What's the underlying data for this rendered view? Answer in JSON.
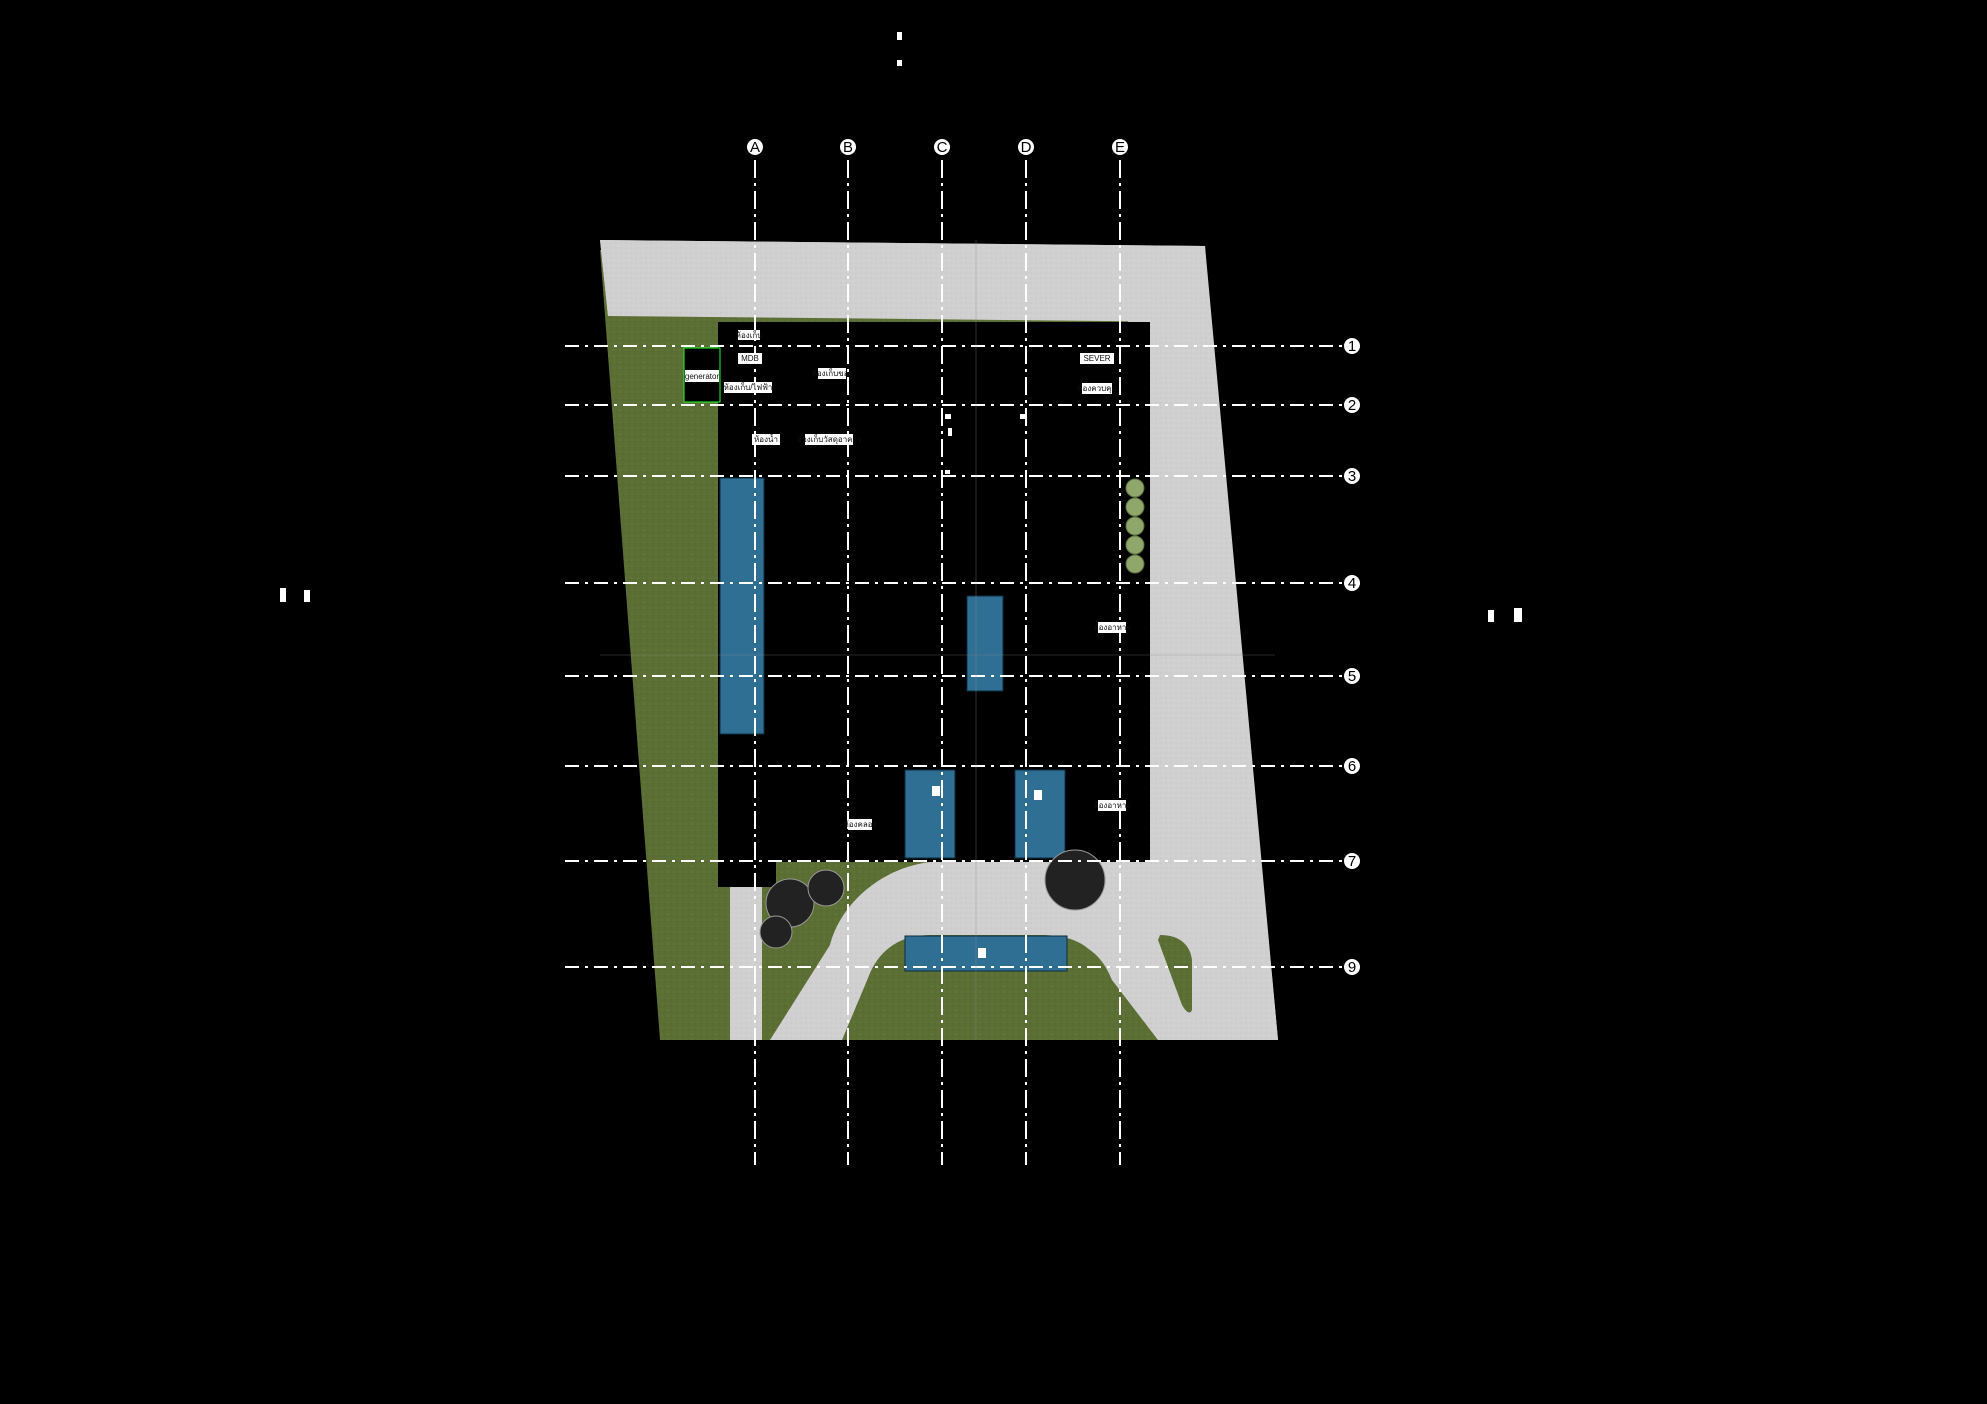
{
  "grid": {
    "columns": [
      "A",
      "B",
      "C",
      "D",
      "E"
    ],
    "rows": [
      "1",
      "2",
      "3",
      "4",
      "5",
      "6",
      "7",
      "9"
    ]
  },
  "rooms": {
    "generator": "generator",
    "mdb": "MDB",
    "sever": "SEVER",
    "room_top": "ห้องเก็บ",
    "room_store": "ห้องเก็บ/ไฟฟ้า",
    "room_a": "ห้องน้ำ",
    "room_b": "ห้องเก็บของ",
    "room_c": "ห้องเก็บวัสดุอาคาร",
    "room_d": "ห้องควบคุม",
    "room_e": "ห้องอาหาร",
    "room_f": "ห้องอาหาร",
    "room_g": "ห้องคลอง"
  },
  "colors": {
    "grass": "#5b6f34",
    "road": "#d0d0d0",
    "water": "#2f6f94",
    "building": "#000000",
    "background": "#000000"
  }
}
